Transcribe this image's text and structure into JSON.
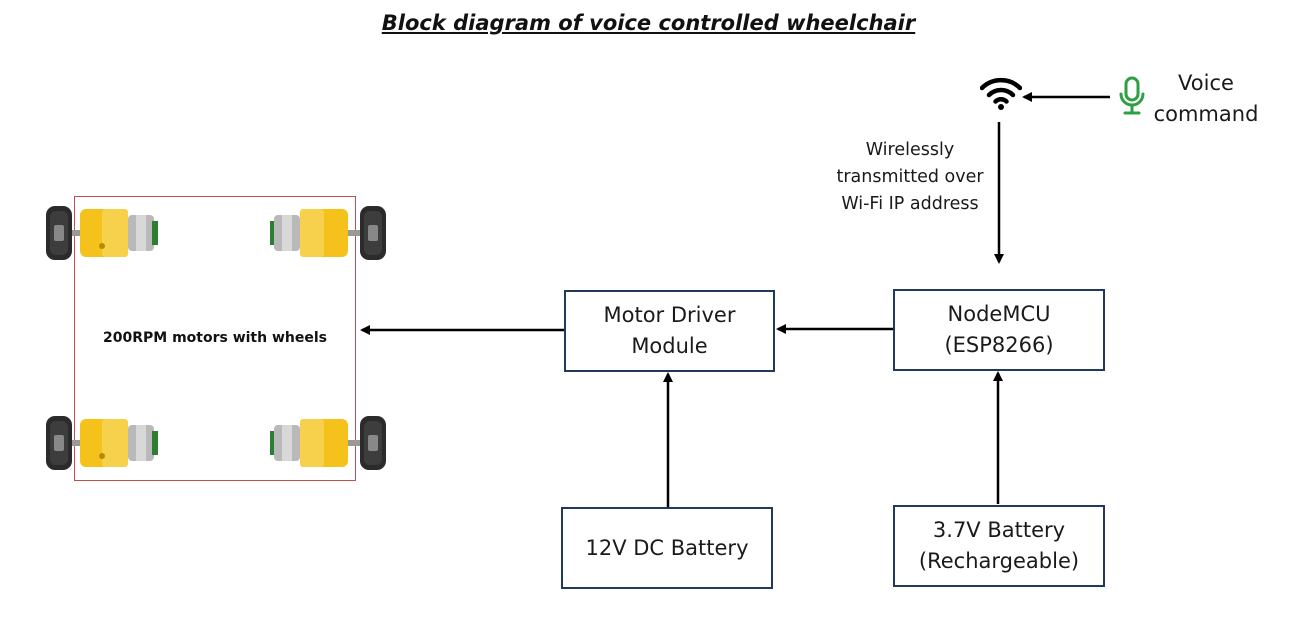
{
  "title": "Block diagram of voice controlled wheelchair",
  "blocks": {
    "motor_driver": {
      "line1": "Motor Driver",
      "line2": "Module"
    },
    "nodemcu": {
      "line1": "NodeMCU",
      "line2": "(ESP8266)"
    },
    "battery_12v": {
      "line1": "12V DC Battery"
    },
    "battery_37v": {
      "line1": "3.7V Battery",
      "line2": "(Rechargeable)"
    }
  },
  "motors_label": "200RPM motors with wheels",
  "wireless_note": {
    "line1": "Wirelessly",
    "line2": "transmitted over",
    "line3": "Wi-Fi IP address"
  },
  "voice": {
    "line1": "Voice",
    "line2": "command"
  },
  "icons": {
    "wifi": "wifi-icon",
    "mic": "microphone-icon",
    "motor": "gear-motor-with-wheel-icon"
  },
  "colors": {
    "box_border": "#1f3a5a",
    "frame_border": "#c0504d",
    "arrow": "#000000",
    "mic": "#2ea043",
    "motor_body": "#f4c21b",
    "wheel": "#2b2b2b"
  }
}
